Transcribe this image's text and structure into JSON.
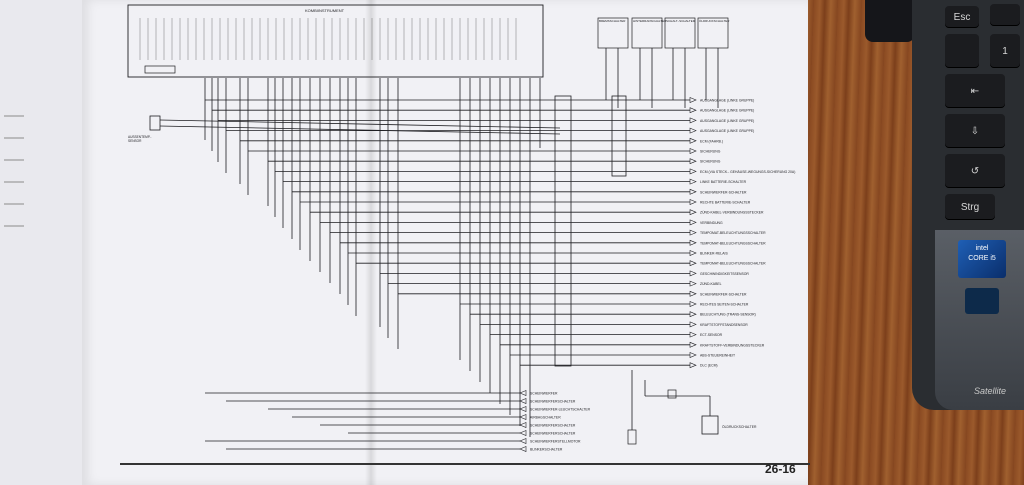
{
  "photo": {
    "subject": "wiring-diagram-photo",
    "page_number": "26-16",
    "header_label": "KOMBIINSTRUMENT",
    "sensor_label": "AUSSENTEMP.-\nSENSOR",
    "top_switches": [
      "BREMSSCHALTER",
      "HINTERRADSCHALTER",
      "SCHALT.-SCHALTER",
      "ÖLDRUCKSCHALTER"
    ],
    "right_labels": [
      "AUSGANGLAGE (LINKE GRUPPE)",
      "AUSGANGLAGE (LINKE GRUPPE)",
      "AUSGANGLAGE (LINKE GRUPPE)",
      "AUSGANGLAGE (LINKE GRUPPE)",
      "ECM (FAHRB.)",
      "SICHERUNG",
      "SICHERUNG",
      "ECM (VIA STECK.- GEHÄUSE-WEGUNGS-SICHERUNG 20A)",
      "LINKE BATTERIE-SCHALTER",
      "SCHEINWERFER-SCHALTER",
      "RECHTE BATTERIE-SCHALTER",
      "ZÜND-KABEL-VERBINDUNGSSTECKER",
      "VERBINDUNG",
      "TEMPOMAT-BELEUCHTUNGSSCHALTER",
      "TEMPOMAT-BELEUCHTUNGSSCHALTER",
      "BLINKER-RELAIS",
      "TEMPOMAT-BELEUCHTUNGSSCHALTER",
      "GESCHWINDIGKEITSSENSOR",
      "ZÜND-KABEL",
      "SCHEINWERFER-SCHALTER",
      "RECHTES SEITEN-SCHALTER",
      "BELEUCHTUNG (TRANS-SENSOR)",
      "KRAFTSTOFFSTANDSENSOR",
      "ECT-SENSOR",
      "KRAFTSTOFF-VERBINDUNGSSTECKER",
      "ABS-STEUEREINHEIT",
      "DLC (ECM)"
    ],
    "bottom_labels": [
      "SCHEINWERFER",
      "SCHEINWERFERSCHALTER",
      "SCHEINWERFER-LEUCHTSCHALTER",
      "AIRBAGSCHALTER",
      "SCHEINWERFERSCHALTER",
      "SCHEINWERFERSCHALTER",
      "SCHEINWERFERSTELLMOTOR",
      "BLINKERSCHALTER"
    ],
    "lower_right_label": "ÖLDRUCKSCHALTER",
    "keyboard_keys": [
      "Esc",
      "1",
      "⇤",
      "⇩",
      "↺",
      "Strg"
    ],
    "chip_label": "intel\nCORE i5",
    "laptop_brand": "Satellite",
    "colors": {
      "paper": "#f1f1f5",
      "ink": "#1e1e22",
      "wood": "#8a4a22",
      "laptop": "#2a2d31"
    }
  }
}
